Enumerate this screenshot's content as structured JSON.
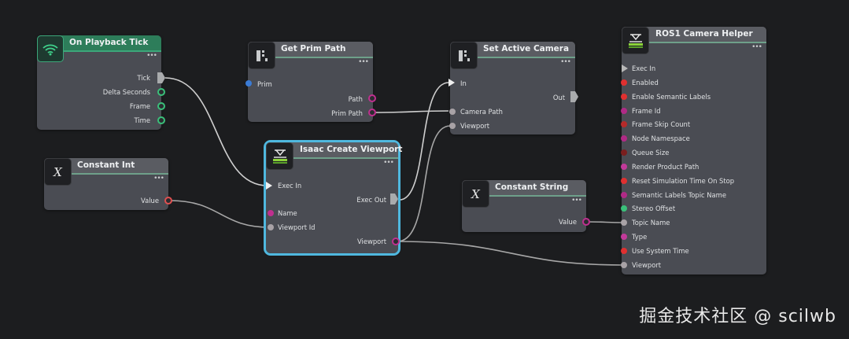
{
  "nodes": {
    "on_playback_tick": {
      "title": "On Playback Tick",
      "dots": "•••",
      "icon": "signal-icon",
      "outputs": [
        "Tick",
        "Delta Seconds",
        "Frame",
        "Time"
      ]
    },
    "get_prim_path": {
      "title": "Get Prim Path",
      "dots": "•••",
      "icon": "graph-node-icon",
      "inputs": [
        "Prim"
      ],
      "outputs": [
        "Path",
        "Prim Path"
      ]
    },
    "set_active_camera": {
      "title": "Set Active Camera",
      "dots": "•••",
      "icon": "graph-node-icon",
      "inputs": [
        "In",
        "Camera Path",
        "Viewport"
      ],
      "outputs": [
        "Out"
      ]
    },
    "constant_int": {
      "title": "Constant Int",
      "dots": "•••",
      "icon_text": "X",
      "outputs": [
        "Value"
      ]
    },
    "isaac_create_viewport": {
      "title": "Isaac Create Viewport",
      "dots": "•••",
      "icon": "isaac-icon",
      "inputs": [
        "Exec In",
        "Name",
        "Viewport Id"
      ],
      "outputs": [
        "Exec Out",
        "Viewport"
      ]
    },
    "constant_string": {
      "title": "Constant String",
      "dots": "•••",
      "icon_text": "X",
      "outputs": [
        "Value"
      ]
    },
    "ros1_camera_helper": {
      "title": "ROS1 Camera Helper",
      "dots": "•••",
      "icon": "isaac-icon",
      "inputs": [
        "Exec In",
        "Enabled",
        "Enable Semantic Labels",
        "Frame Id",
        "Frame Skip Count",
        "Node Namespace",
        "Queue Size",
        "Render Product Path",
        "Reset Simulation Time On Stop",
        "Semantic Labels Topic Name",
        "Stereo Offset",
        "Topic Name",
        "Type",
        "Use System Time",
        "Viewport"
      ]
    }
  },
  "watermark": "掘金技术社区 @ scilwb",
  "colors": {
    "background": "#1c1d1f",
    "node_body": "#4a4c53",
    "header_accent": "#6ea08a",
    "selected_outline": "#4fb8df",
    "wire": "#c9c9c9",
    "pin_green": "#3ac07a",
    "pin_red": "#e03030",
    "pin_magenta": "#c02f8f",
    "pin_blue": "#3a7bd5",
    "pin_grey": "#a8a2a6"
  }
}
